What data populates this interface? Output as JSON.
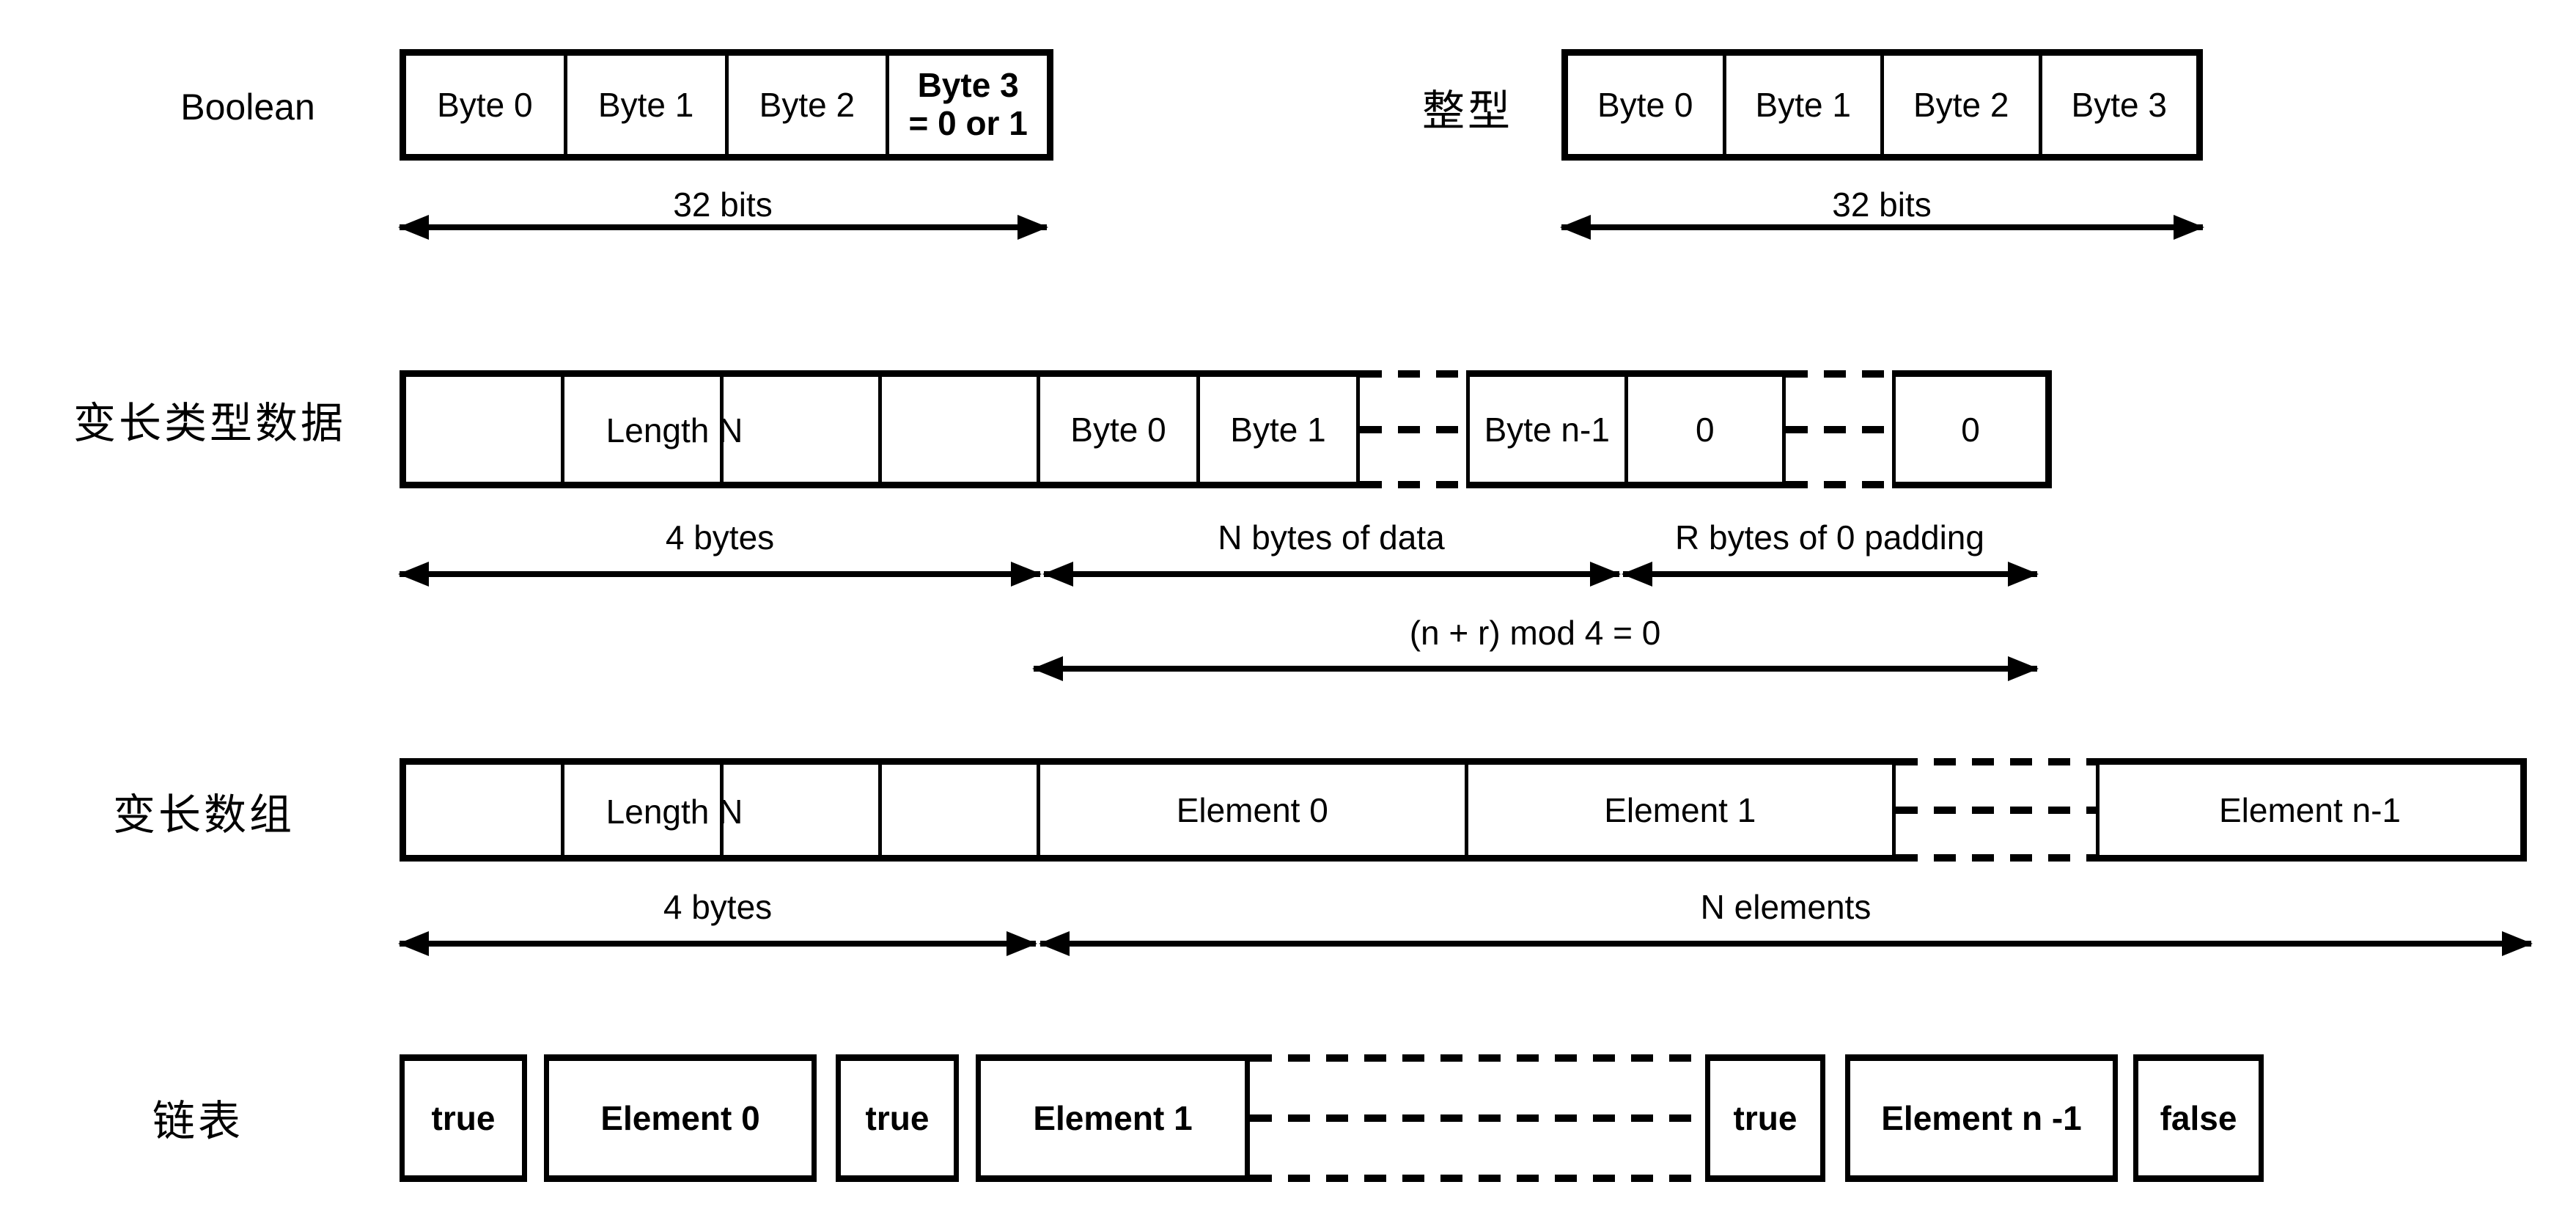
{
  "boolean": {
    "label": "Boolean",
    "cells": [
      "Byte 0",
      "Byte 1",
      "Byte 2"
    ],
    "byte3_line1": "Byte 3",
    "byte3_line2": "= 0 or 1",
    "arrow_label": "32 bits"
  },
  "integer": {
    "label": "整型",
    "cells": [
      "Byte 0",
      "Byte 1",
      "Byte 2",
      "Byte 3"
    ],
    "arrow_label": "32 bits"
  },
  "varlen_data": {
    "label": "变长类型数据",
    "length_label": "Length N",
    "data_cells": [
      "Byte 0",
      "Byte 1"
    ],
    "tail_cells": [
      "Byte n-1",
      "0"
    ],
    "pad_cell": "0",
    "arrow_4bytes": "4 bytes",
    "arrow_nbytes": "N bytes of data",
    "arrow_rbytes": "R bytes of 0 padding",
    "arrow_mod": "(n + r) mod 4 = 0"
  },
  "varlen_array": {
    "label": "变长数组",
    "length_label": "Length N",
    "element_cells": [
      "Element 0",
      "Element 1"
    ],
    "last_cell": "Element n-1",
    "arrow_4bytes": "4 bytes",
    "arrow_nelements": "N elements"
  },
  "linked_list": {
    "label": "链表",
    "boxes": [
      "true",
      "Element 0",
      "true",
      "Element 1",
      "true",
      "Element n -1",
      "false"
    ]
  },
  "colors": {
    "ink": "#000000",
    "background": "#ffffff"
  }
}
